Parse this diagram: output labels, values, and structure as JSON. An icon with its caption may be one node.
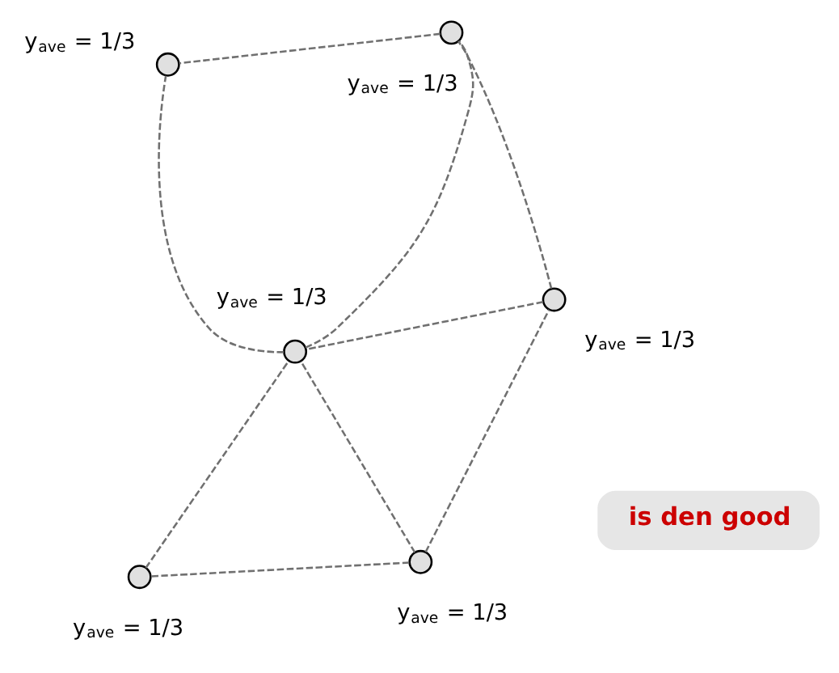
{
  "diagram": {
    "nodes": [
      {
        "text": [],
        "shape": "circle",
        "beside": [
          "y$_{ave}$ = 1/3"
        ]
      },
      {
        "text": [],
        "shape": "circle",
        "beside": [
          "y$_{ave}$ = 1/3"
        ]
      },
      {
        "text": [],
        "shape": "circle",
        "beside": [
          "y$_{ave}$ = 1/3"
        ]
      },
      {
        "text": [],
        "shape": "circle",
        "beside": [
          "y$_{ave}$ = 1/3"
        ]
      },
      {
        "text": [],
        "shape": "circle",
        "beside": [
          "y$_{ave}$ = 1/3"
        ]
      },
      {
        "text": [],
        "shape": "circle",
        "beside": [
          "y$_{ave}$ = 1/3"
        ]
      },
      {
        "text": [
          "is den good"
        ]
      }
    ],
    "edges": [
      {
        "from": 1,
        "to": 0,
        "arrow": "none",
        "style": "dashed"
      },
      {
        "from": 0,
        "to": 2,
        "arrow": "none",
        "style": "dashed"
      },
      {
        "from": 1,
        "to": 2,
        "arrow": "none",
        "style": "dashed"
      },
      {
        "from": 1,
        "to": 3,
        "arrow": "none",
        "style": "dashed"
      },
      {
        "from": 3,
        "to": 2,
        "arrow": "none",
        "style": "dashed"
      },
      {
        "from": 2,
        "to": 4,
        "arrow": "none",
        "style": "dashed"
      },
      {
        "from": 3,
        "to": 4,
        "arrow": "none",
        "style": "dashed"
      },
      {
        "from": 2,
        "to": 5,
        "arrow": "none",
        "style": "dashed"
      },
      {
        "from": 4,
        "to": 5,
        "arrow": "none",
        "style": "dashed"
      }
    ]
  }
}
